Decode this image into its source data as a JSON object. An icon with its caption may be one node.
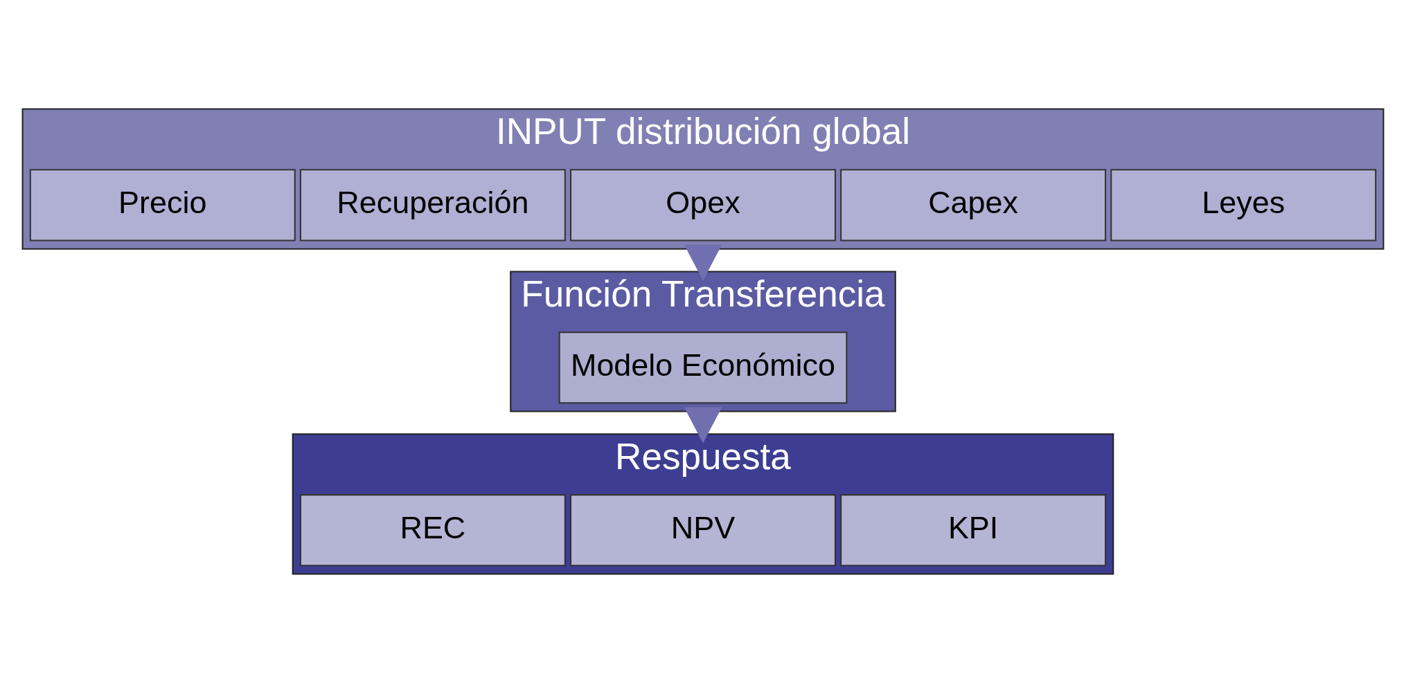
{
  "diagram": {
    "nodes": [
      {
        "text": [
          "INPUT distribución global"
        ]
      },
      {
        "text": [
          "Leyes"
        ],
        "in": 0
      },
      {
        "text": [
          "Capex"
        ],
        "in": 0
      },
      {
        "text": [
          "Opex"
        ],
        "in": 0
      },
      {
        "text": [
          "Recuperación"
        ],
        "in": 0
      },
      {
        "text": [
          "Precio"
        ],
        "in": 0
      },
      {
        "text": [
          "Función Transferencia"
        ]
      },
      {
        "text": [
          "Modelo Económico"
        ],
        "in": 6
      },
      {
        "text": [
          "Respuesta"
        ]
      },
      {
        "text": [
          "KPI"
        ],
        "in": 8
      },
      {
        "text": [
          "NPV"
        ],
        "in": 8
      },
      {
        "text": [
          "REC"
        ],
        "in": 8
      }
    ],
    "edges": [
      {
        "from": 0,
        "to": 6,
        "arrow": "to"
      },
      {
        "from": 6,
        "to": 8,
        "arrow": "to"
      }
    ]
  }
}
